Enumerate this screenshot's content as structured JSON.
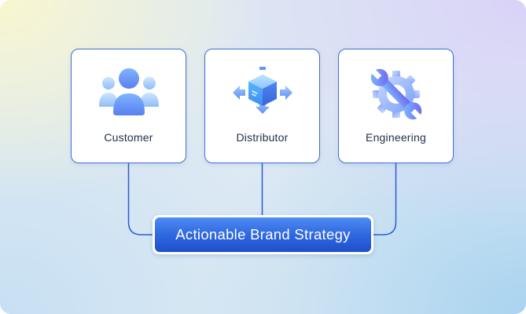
{
  "diagram": {
    "nodes": [
      {
        "id": "customer",
        "label": "Customer",
        "icon": "people-icon"
      },
      {
        "id": "distributor",
        "label": "Distributor",
        "icon": "box-arrows-icon"
      },
      {
        "id": "engineering",
        "label": "Engineering",
        "icon": "gear-wrench-icon"
      }
    ],
    "target": {
      "label": "Actionable Brand Strategy"
    },
    "colors": {
      "accent": "#3f6fd8",
      "connector": "#2b5bd2",
      "icon_light": "#bfe0ff",
      "icon_mid": "#6aa8f8",
      "icon_dark": "#6a5cf0"
    }
  }
}
